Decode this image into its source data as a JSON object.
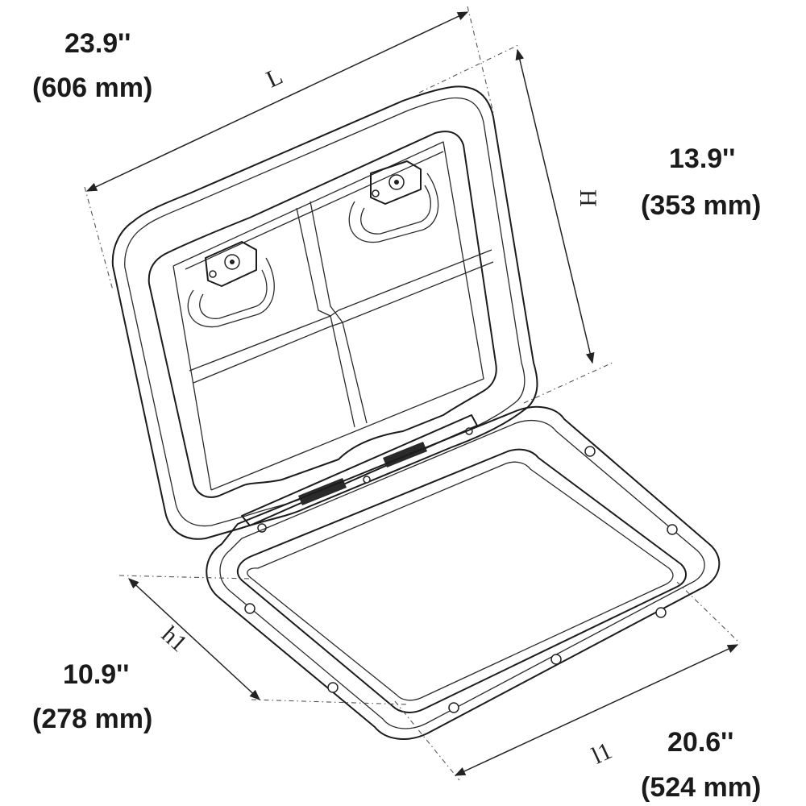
{
  "dimensions": {
    "length": {
      "symbol": "L",
      "inches": "23.9''",
      "mm": "(606 mm)"
    },
    "height": {
      "symbol": "H",
      "inches": "13.9''",
      "mm": "(353 mm)"
    },
    "opening_height": {
      "symbol": "h1",
      "inches": "10.9''",
      "mm": "(278 mm)"
    },
    "opening_length": {
      "symbol": "l1",
      "inches": "20.6''",
      "mm": "(524 mm)"
    }
  },
  "colors": {
    "line": "#1c1c1c",
    "background": "#ffffff"
  }
}
